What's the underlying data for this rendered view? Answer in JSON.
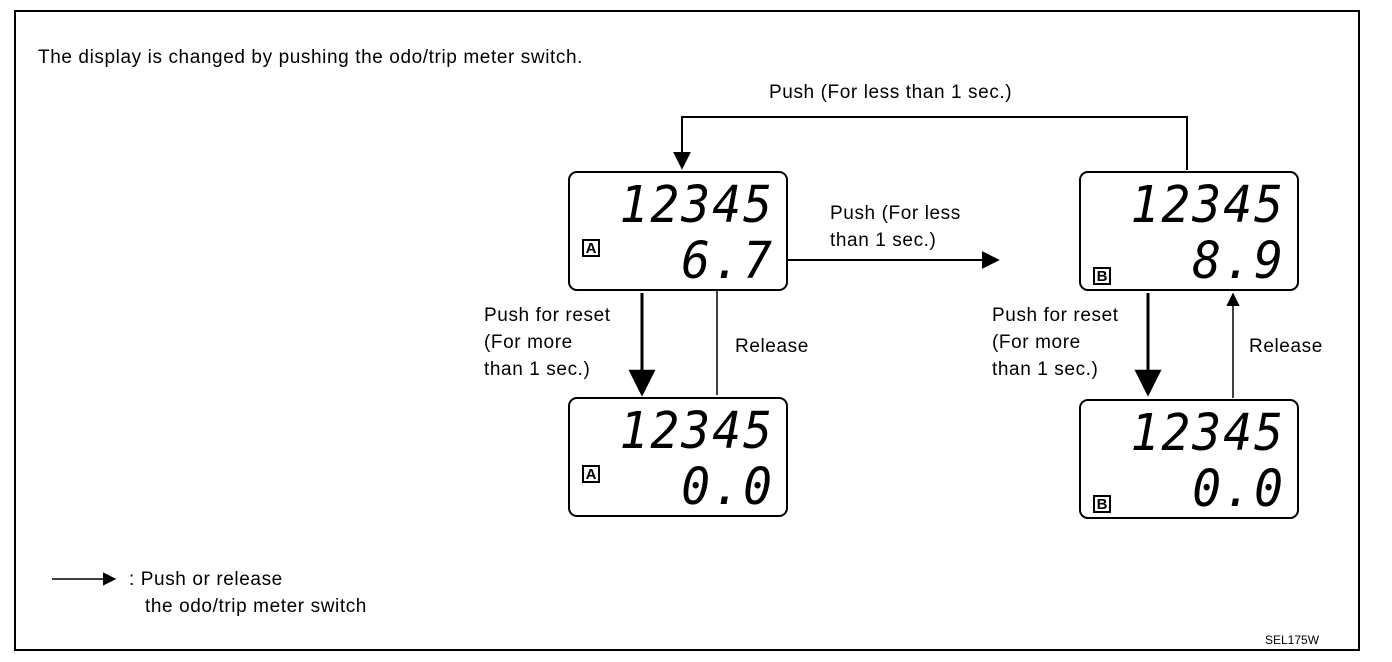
{
  "intro": "The display is changed by pushing the odo/trip meter switch.",
  "top_arrow_label": "Push (For less than 1 sec.)",
  "middle_arrow_label": [
    "Push (For less",
    "than 1 sec.)"
  ],
  "left_down_label": [
    "Push for reset",
    "(For more",
    "than 1 sec.)"
  ],
  "right_down_label": [
    "Push for reset",
    "(For more",
    "than 1 sec.)"
  ],
  "release_label": "Release",
  "displays": {
    "a_top": {
      "odometer": "12345",
      "trip": "6.7",
      "mode": "A"
    },
    "a_bottom": {
      "odometer": "12345",
      "trip": "0.0",
      "mode": "A"
    },
    "b_top": {
      "odometer": "12345",
      "trip": "8.9",
      "mode": "B"
    },
    "b_bottom": {
      "odometer": "12345",
      "trip": "0.0",
      "mode": "B"
    }
  },
  "legend": {
    "line1": ": Push or release",
    "line2": "the odo/trip meter switch"
  },
  "figure_code": "SEL175W"
}
